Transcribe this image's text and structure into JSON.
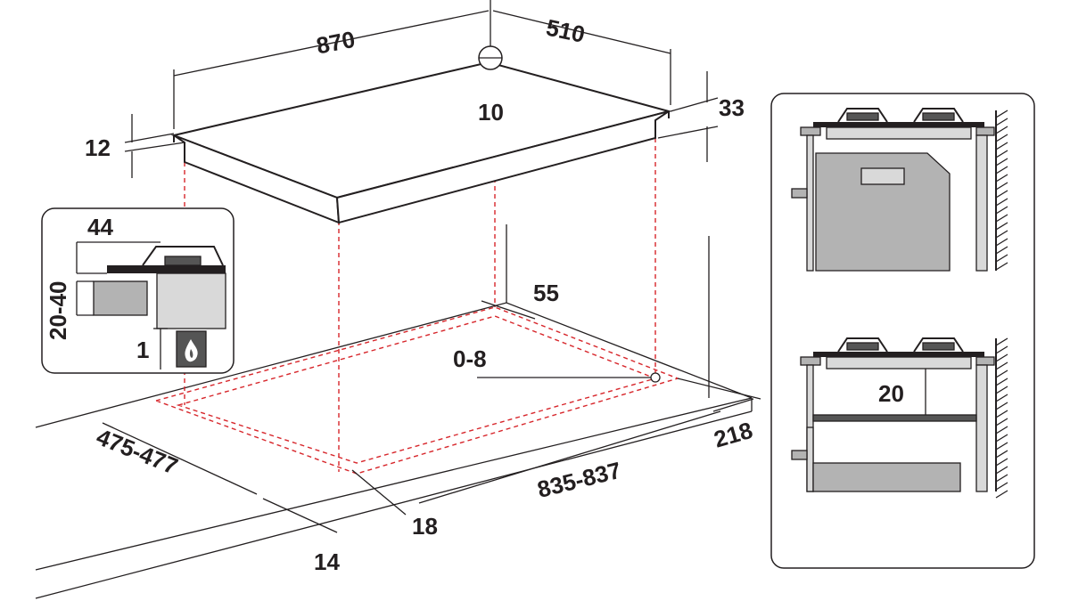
{
  "dimensions": {
    "hob_width": "870",
    "hob_depth": "510",
    "gas_inlet_offset": "10",
    "hob_height": "33",
    "hob_glass_thickness": "12",
    "cutout_rear_margin": "55",
    "gas_inlet_tolerance": "0-8",
    "cutout_depth": "475-477",
    "cutout_width": "835-837",
    "side_margin": "218",
    "front_margin_a": "18",
    "front_margin_b": "14",
    "inset_top": "44",
    "inset_height": "20-40",
    "inset_gap": "1",
    "oven_gap": "20"
  },
  "colors": {
    "line": "#231f20",
    "cutout_dash": "#d7262b",
    "fill_grey": "#b3b3b3"
  },
  "icons": {
    "gas": "gas-flame-icon",
    "gas_inlet": "gas-inlet-circle-icon"
  }
}
